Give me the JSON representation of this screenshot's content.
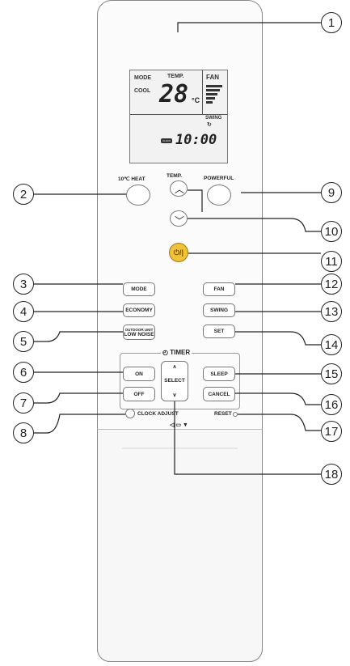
{
  "lcd": {
    "mode_label": "MODE",
    "mode_value": "COOL",
    "temp_label": "TEMP.",
    "temp_value": "28",
    "temp_unit": "°C",
    "fan_label": "FAN",
    "swing_label": "SWING",
    "swing_icon": "↻",
    "clock_badge": "CLOCK",
    "clock_time": "10:00"
  },
  "buttons": {
    "heat_label": "10℃ HEAT",
    "temp_label": "TEMP.",
    "powerful_label": "POWERFUL",
    "power_symbol": "⏻/|",
    "mode": "MODE",
    "fan": "FAN",
    "economy": "ECONOMY",
    "swing": "SWING",
    "low_noise_top": "OUTDOOR UNIT",
    "low_noise": "LOW NOISE",
    "set": "SET",
    "timer_title": "TIMER",
    "on": "ON",
    "off": "OFF",
    "sleep": "SLEEP",
    "cancel": "CANCEL",
    "select": "SELECT",
    "select_up": "∧",
    "select_down": "∨",
    "clock_adjust": "CLOCK ADJUST",
    "reset": "RESET",
    "cover_hint": "◁ ▭ ▼"
  },
  "callouts": [
    "1",
    "2",
    "3",
    "4",
    "5",
    "6",
    "7",
    "8",
    "9",
    "10",
    "11",
    "12",
    "13",
    "14",
    "15",
    "16",
    "17",
    "18"
  ]
}
